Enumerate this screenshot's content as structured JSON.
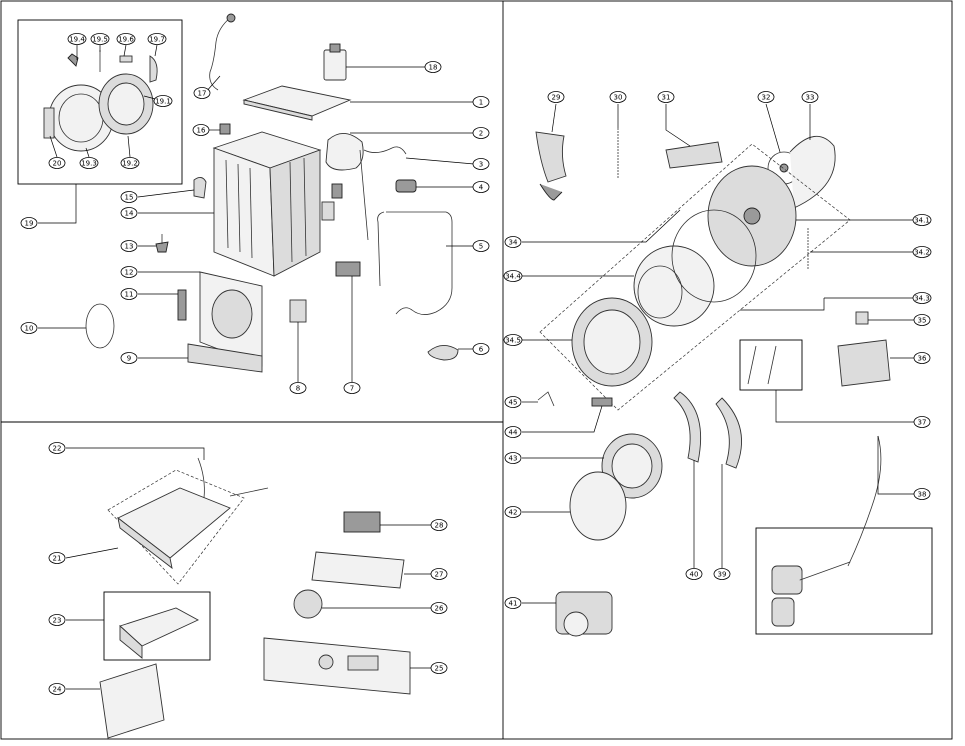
{
  "labels": {
    "1": "1",
    "2": "2",
    "3": "3",
    "4": "4",
    "5": "5",
    "6": "6",
    "7": "7",
    "8": "8",
    "9": "9",
    "10": "10",
    "11": "11",
    "12": "12",
    "13": "13",
    "14": "14",
    "15": "15",
    "16": "16",
    "17": "17",
    "18": "18",
    "19": "19",
    "19.1": "19.1",
    "19.2": "19.2",
    "19.3": "19.3",
    "19.4": "19.4",
    "19.5": "19.5",
    "19.6": "19.6",
    "19.7": "19.7",
    "20": "20",
    "21": "21",
    "22": "22",
    "23": "23",
    "24": "24",
    "25": "25",
    "26": "26",
    "27": "27",
    "28": "28",
    "29": "29",
    "30": "30",
    "31": "31",
    "32": "32",
    "33": "33",
    "34": "34",
    "34.1": "34.1",
    "34.2": "34.2",
    "34.3": "34.3",
    "34.4": "34.4",
    "34.5": "34.5",
    "35": "35",
    "36": "36",
    "37": "37",
    "38": "38",
    "39": "39",
    "40": "40",
    "41": "41",
    "42": "42",
    "43": "43",
    "44": "44",
    "45": "45"
  }
}
